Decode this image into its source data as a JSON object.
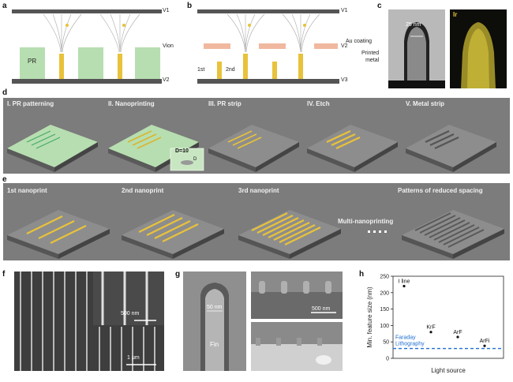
{
  "panels": {
    "a": {
      "label": "a",
      "pr": "PR",
      "v1": "V1",
      "vion": "Vion",
      "v2": "V2"
    },
    "b": {
      "label": "b",
      "v1": "V1",
      "v2": "V2",
      "v3": "V3",
      "first": "1st",
      "second": "2nd"
    },
    "c": {
      "label": "c",
      "dim": "25 nm",
      "au": "Au coating",
      "printed": "Printed\nmetal",
      "ir": "Ir"
    },
    "d": {
      "label": "d",
      "steps": [
        "I. PR patterning",
        "II. Nanoprinting",
        "III. PR strip",
        "IV. Etch",
        "V. Metal strip"
      ],
      "dlabel": "D=10",
      "dsmall": "D"
    },
    "e": {
      "label": "e",
      "steps": [
        "1st nanoprint",
        "2nd nanoprint",
        "3rd nanoprint",
        "Multi-nanoprinting",
        "Patterns of reduced spacing"
      ]
    },
    "f": {
      "label": "f",
      "scale1": "500 nm",
      "scale2": "1 μm"
    },
    "g": {
      "label": "g",
      "dim": "50 nm",
      "fin": "Fin",
      "scale": "500 nm"
    },
    "h": {
      "label": "h",
      "ylabel": "Min. feature size (nm)",
      "xlabel": "Light source",
      "faraday": "Faraday\nLithography"
    }
  },
  "chart_data": {
    "type": "scatter",
    "title": "",
    "xlabel": "Light source",
    "ylabel": "Min. feature size (nm)",
    "ylim": [
      0,
      250
    ],
    "yticks": [
      0,
      50,
      100,
      150,
      200,
      250
    ],
    "points": [
      {
        "label": "I line",
        "x": 1,
        "y": 220
      },
      {
        "label": "KrF",
        "x": 2,
        "y": 80
      },
      {
        "label": "ArF",
        "x": 3,
        "y": 65
      },
      {
        "label": "ArFi",
        "x": 4,
        "y": 38
      }
    ],
    "reference_line": {
      "label": "Faraday\nLithography",
      "y": 30,
      "style": "dashed",
      "color": "#1f6fd1"
    }
  },
  "colors": {
    "gold": "#e8c23a",
    "green": "#b7deb0",
    "gray": "#7c7c7c",
    "salmon": "#f1b8a0",
    "dark": "#4a4a4a"
  }
}
